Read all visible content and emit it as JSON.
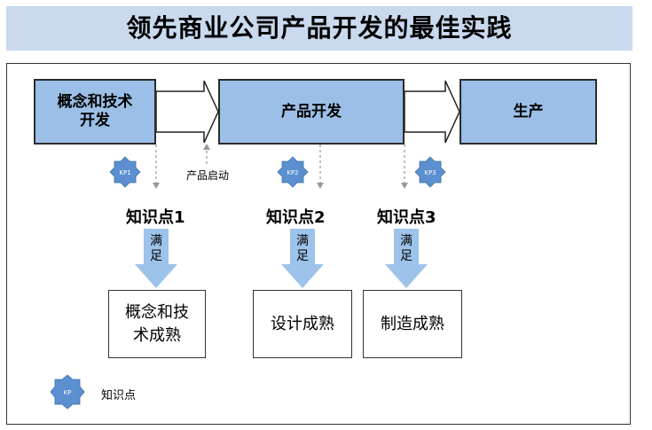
{
  "title": "领先商业公司产品开发的最佳实践",
  "stages": [
    {
      "label_lines": [
        "概念和技术",
        "开发"
      ]
    },
    {
      "label_lines": [
        "产品开发"
      ]
    },
    {
      "label_lines": [
        "生产"
      ]
    }
  ],
  "product_launch": "产品启动",
  "knowledge_points": [
    {
      "badge": "KP1",
      "title": "知识点1",
      "meet": [
        "满",
        "足"
      ],
      "result_lines": [
        "概念和技",
        "术成熟"
      ]
    },
    {
      "badge": "KP2",
      "title": "知识点2",
      "meet": [
        "满",
        "足"
      ],
      "result_lines": [
        "设计成熟"
      ]
    },
    {
      "badge": "KP3",
      "title": "知识点3",
      "meet": [
        "满",
        "足"
      ],
      "result_lines": [
        "制造成熟"
      ]
    }
  ],
  "legend": {
    "badge": "KP",
    "label": "知识点"
  },
  "colors": {
    "title_bg": "#c9d9ee",
    "stage_fill": "#9bbfe6",
    "badge_fill": "#5b8fcf",
    "down_arrow": "#9dc3ea"
  }
}
